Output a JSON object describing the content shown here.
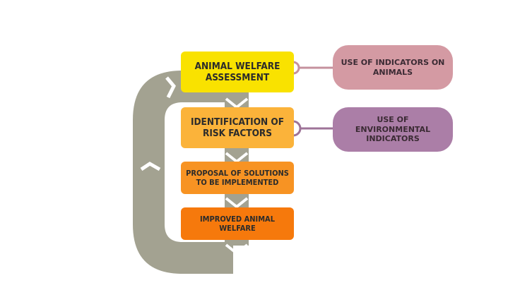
{
  "steps": [
    {
      "label": "ANIMAL WELFARE ASSESSMENT",
      "color": "#f9e200"
    },
    {
      "label": "IDENTIFICATION OF RISK FACTORS",
      "color": "#fbb33a"
    },
    {
      "label": "PROPOSAL OF SOLUTIONS TO BE IMPLEMENTED",
      "color": "#f79323"
    },
    {
      "label": "IMPROVED ANIMAL WELFARE",
      "color": "#f6790c"
    }
  ],
  "indicators": [
    {
      "label": "USE OF INDICATORS ON ANIMALS",
      "color": "#d49aa3"
    },
    {
      "label": "USE OF ENVIRONMENTAL INDICATORS",
      "color": "#ab7ea7"
    }
  ],
  "colors": {
    "cycle_arrow": "#a3a291",
    "connector_1": "#c5919e",
    "connector_2": "#9e7398"
  }
}
